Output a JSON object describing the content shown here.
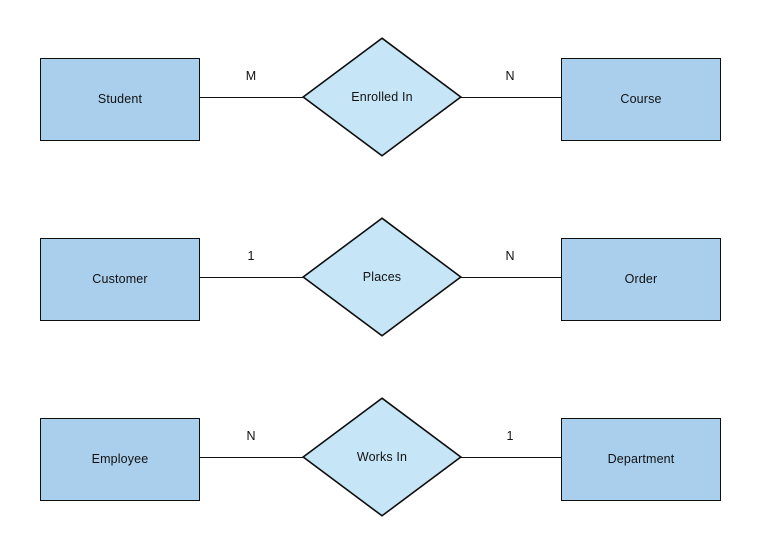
{
  "diagram": {
    "type": "entity-relationship-diagram",
    "notation": "chen",
    "background_color": "#ffffff",
    "entity_fill_color": "#a9cfed",
    "relationship_fill_color": "#c6e5f7",
    "border_color": "#0f0f0f",
    "text_color": "#121212",
    "rows": [
      {
        "left_entity": "Student",
        "left_cardinality": "M",
        "relationship": "Enrolled In",
        "right_cardinality": "N",
        "right_entity": "Course"
      },
      {
        "left_entity": "Customer",
        "left_cardinality": "1",
        "relationship": "Places",
        "right_cardinality": "N",
        "right_entity": "Order"
      },
      {
        "left_entity": "Employee",
        "left_cardinality": "N",
        "relationship": "Works In",
        "right_cardinality": "1",
        "right_entity": "Department"
      }
    ]
  }
}
